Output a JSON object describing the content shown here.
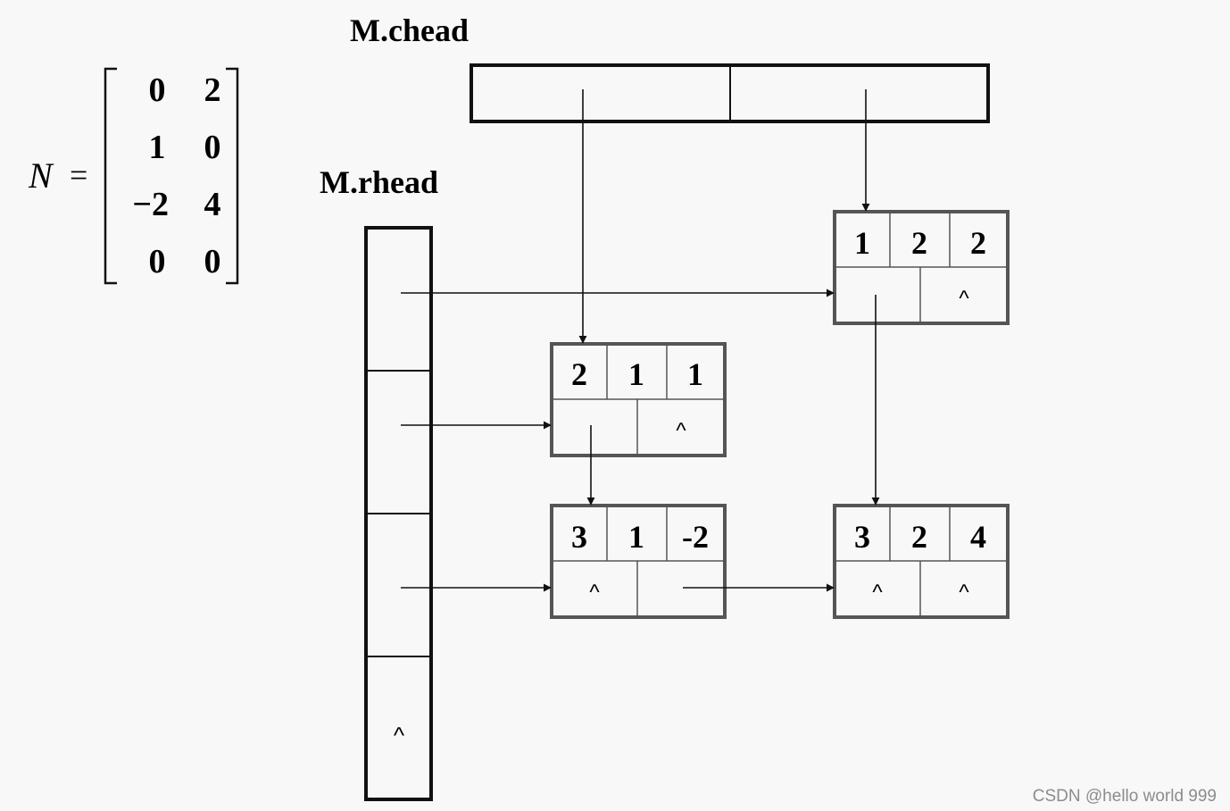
{
  "matrix": {
    "name": "N",
    "equals": "=",
    "rows": [
      [
        "0",
        "2"
      ],
      [
        "1",
        "0"
      ],
      [
        "−2",
        "4"
      ],
      [
        "0",
        "0"
      ]
    ]
  },
  "chead": {
    "label": "M.chead"
  },
  "rhead": {
    "label": "M.rhead",
    "last_cell": "^"
  },
  "nodes": [
    {
      "values": [
        "1",
        "2",
        "2"
      ],
      "right": "",
      "down": "^"
    },
    {
      "values": [
        "2",
        "1",
        "1"
      ],
      "right": "",
      "down": "^"
    },
    {
      "values": [
        "3",
        "1",
        "-2"
      ],
      "right": "^",
      "down": ""
    },
    {
      "values": [
        "3",
        "2",
        "4"
      ],
      "right": "^",
      "down": "^"
    }
  ],
  "watermark": "CSDN @hello world 999"
}
